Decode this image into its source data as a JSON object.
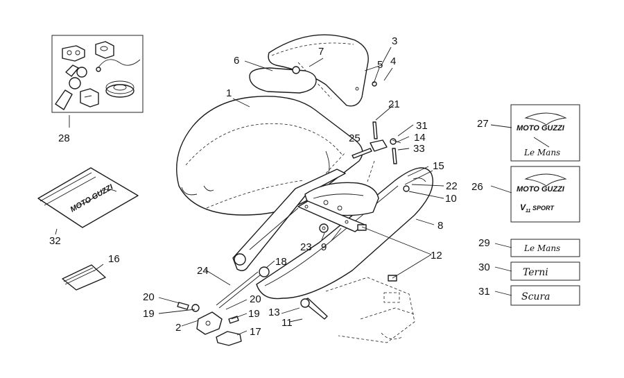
{
  "colors": {
    "line": "#1a1a1a",
    "background": "#ffffff",
    "label": "#111111"
  },
  "callouts": {
    "c1": "1",
    "c2": "2",
    "c3": "3",
    "c4": "4",
    "c5": "5",
    "c6": "6",
    "c7": "7",
    "c8": "8",
    "c9": "9",
    "c10": "10",
    "c11": "11",
    "c12": "12",
    "c13": "13",
    "c14": "14",
    "c15": "15",
    "c16": "16",
    "c17": "17",
    "c18": "18",
    "c19a": "19",
    "c19b": "19",
    "c20a": "20",
    "c20b": "20",
    "c21": "21",
    "c22": "22",
    "c23": "23",
    "c24": "24",
    "c25": "25",
    "c26": "26",
    "c27": "27",
    "c28": "28",
    "c29": "29",
    "c30": "30",
    "c31a": "31",
    "c31b": "31",
    "c32": "32",
    "c33": "33"
  },
  "decals": {
    "brand": "MOTO GUZZI",
    "le_mans": "Le Mans",
    "v11_prefix": "V",
    "v11_sub": "11",
    "v11_suffix": "SPORT",
    "terni": "Terni",
    "scura": "Scura"
  }
}
